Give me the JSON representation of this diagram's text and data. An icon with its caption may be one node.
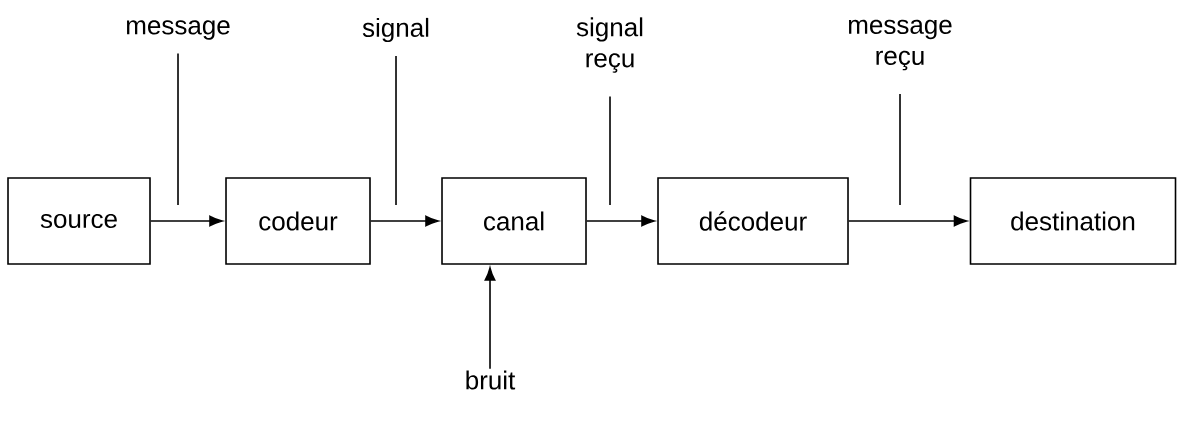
{
  "diagram": {
    "nodes": [
      {
        "text": [
          "source"
        ]
      },
      {
        "text": [
          "codeur"
        ]
      },
      {
        "text": [
          "canal"
        ]
      },
      {
        "text": [
          "décodeur"
        ]
      },
      {
        "text": [
          "destination"
        ]
      },
      {
        "text": [
          "message"
        ]
      },
      {
        "text": [
          "signal"
        ]
      },
      {
        "text": [
          "signal reçu"
        ]
      },
      {
        "text": [
          "message reçu"
        ]
      },
      {
        "text": [
          "bruit"
        ]
      }
    ],
    "edges": [
      {
        "from": 0,
        "to": 1,
        "arrow": "to"
      },
      {
        "from": 1,
        "to": 2,
        "arrow": "to"
      },
      {
        "from": 2,
        "to": 3,
        "arrow": "to"
      },
      {
        "from": 3,
        "to": 4,
        "arrow": "to"
      },
      {
        "from": 9,
        "to": 2,
        "arrow": "to"
      },
      {
        "from": 5,
        "to": null,
        "arrow": "none"
      },
      {
        "from": 6,
        "to": null,
        "arrow": "none"
      },
      {
        "from": 7,
        "to": null,
        "arrow": "none"
      },
      {
        "from": 8,
        "to": null,
        "arrow": "none"
      }
    ]
  }
}
